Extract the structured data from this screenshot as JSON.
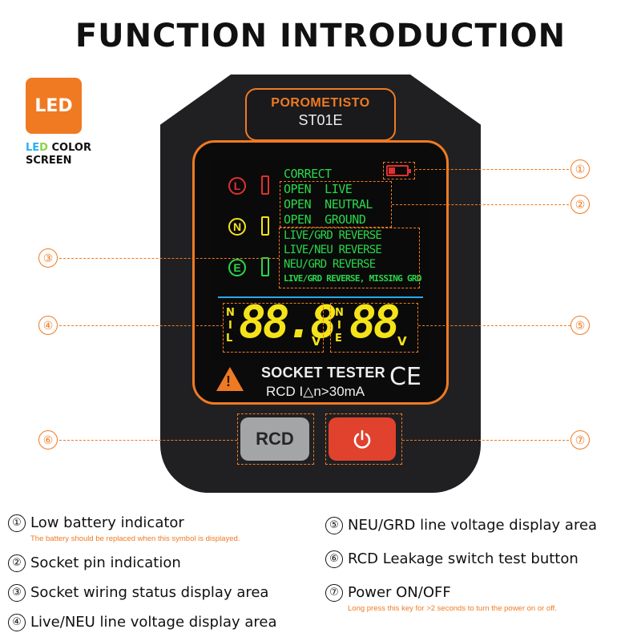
{
  "title": "FUNCTION INTRODUCTION",
  "led_badge": "LED",
  "led_caption": {
    "part1": "LE",
    "part2": "D",
    "rest": " COLOR",
    "line2": "SCREEN"
  },
  "device": {
    "brand": "POROMETISTO",
    "model": "ST01E",
    "pins": [
      "L",
      "N",
      "E"
    ],
    "status_group_1": [
      "CORRECT",
      "OPEN  LIVE",
      "OPEN  NEUTRAL",
      "OPEN  GROUND"
    ],
    "status_group_2": [
      "LIVE/GRD REVERSE",
      "LIVE/NEU REVERSE",
      "NEU/GRD REVERSE",
      "LIVE/GRD REVERSE, MISSING GRD"
    ],
    "left_display": {
      "labels": [
        "N",
        "I",
        "L"
      ],
      "reading": "88.8",
      "unit": "V"
    },
    "right_display": {
      "labels": [
        "N",
        "I",
        "E"
      ],
      "reading": "88",
      "unit": "V"
    },
    "label_main": "SOCKET TESTER",
    "label_rcd": "RCD I△n>30mA",
    "ce_mark": "CE",
    "rcd_button": "RCD"
  },
  "markers": [
    "①",
    "②",
    "③",
    "④",
    "⑤",
    "⑥",
    "⑦"
  ],
  "legend": [
    {
      "num": "①",
      "text": "Low battery indicator",
      "note": "The battery should be replaced when this symbol is displayed."
    },
    {
      "num": "②",
      "text": "Socket pin indication"
    },
    {
      "num": "③",
      "text": "Socket wiring status display area"
    },
    {
      "num": "④",
      "text": "Live/NEU line voltage display area"
    },
    {
      "num": "⑤",
      "text": "NEU/GRD line voltage display area"
    },
    {
      "num": "⑥",
      "text": "RCD Leakage switch test button"
    },
    {
      "num": "⑦",
      "text": "Power ON/OFF",
      "note": "Long press this key for >2 seconds to turn the power on or off."
    }
  ],
  "colors": {
    "accent": "#f07a22",
    "live": "#e03030",
    "neutral": "#f5e31a",
    "earth": "#29d84a",
    "power": "#e0422e"
  }
}
